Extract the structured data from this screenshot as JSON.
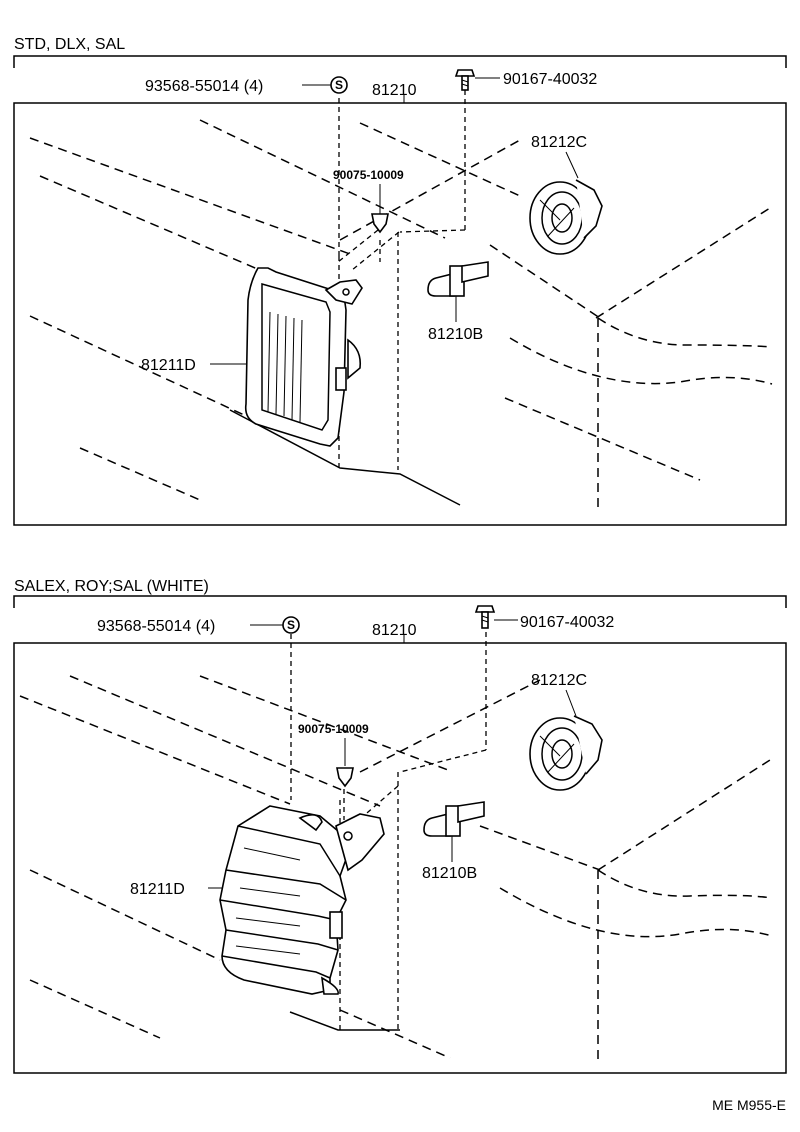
{
  "sections": [
    {
      "title": "STD, DLX, SAL",
      "labels": {
        "nut": "93568-55014 (4)",
        "assy": "81210",
        "screw": "90167-40032",
        "clip": "90075-10009",
        "socket": "81212C",
        "bulb": "81210B",
        "lens": "81211D"
      },
      "nut_symbol": "S"
    },
    {
      "title": "SALEX, ROY;SAL (WHITE)",
      "labels": {
        "nut": "93568-55014 (4)",
        "assy": "81210",
        "screw": "90167-40032",
        "clip": "90075-10009",
        "socket": "81212C",
        "bulb": "81210B",
        "lens": "81211D"
      },
      "nut_symbol": "S"
    }
  ],
  "footer_code": "ME  M955-E"
}
